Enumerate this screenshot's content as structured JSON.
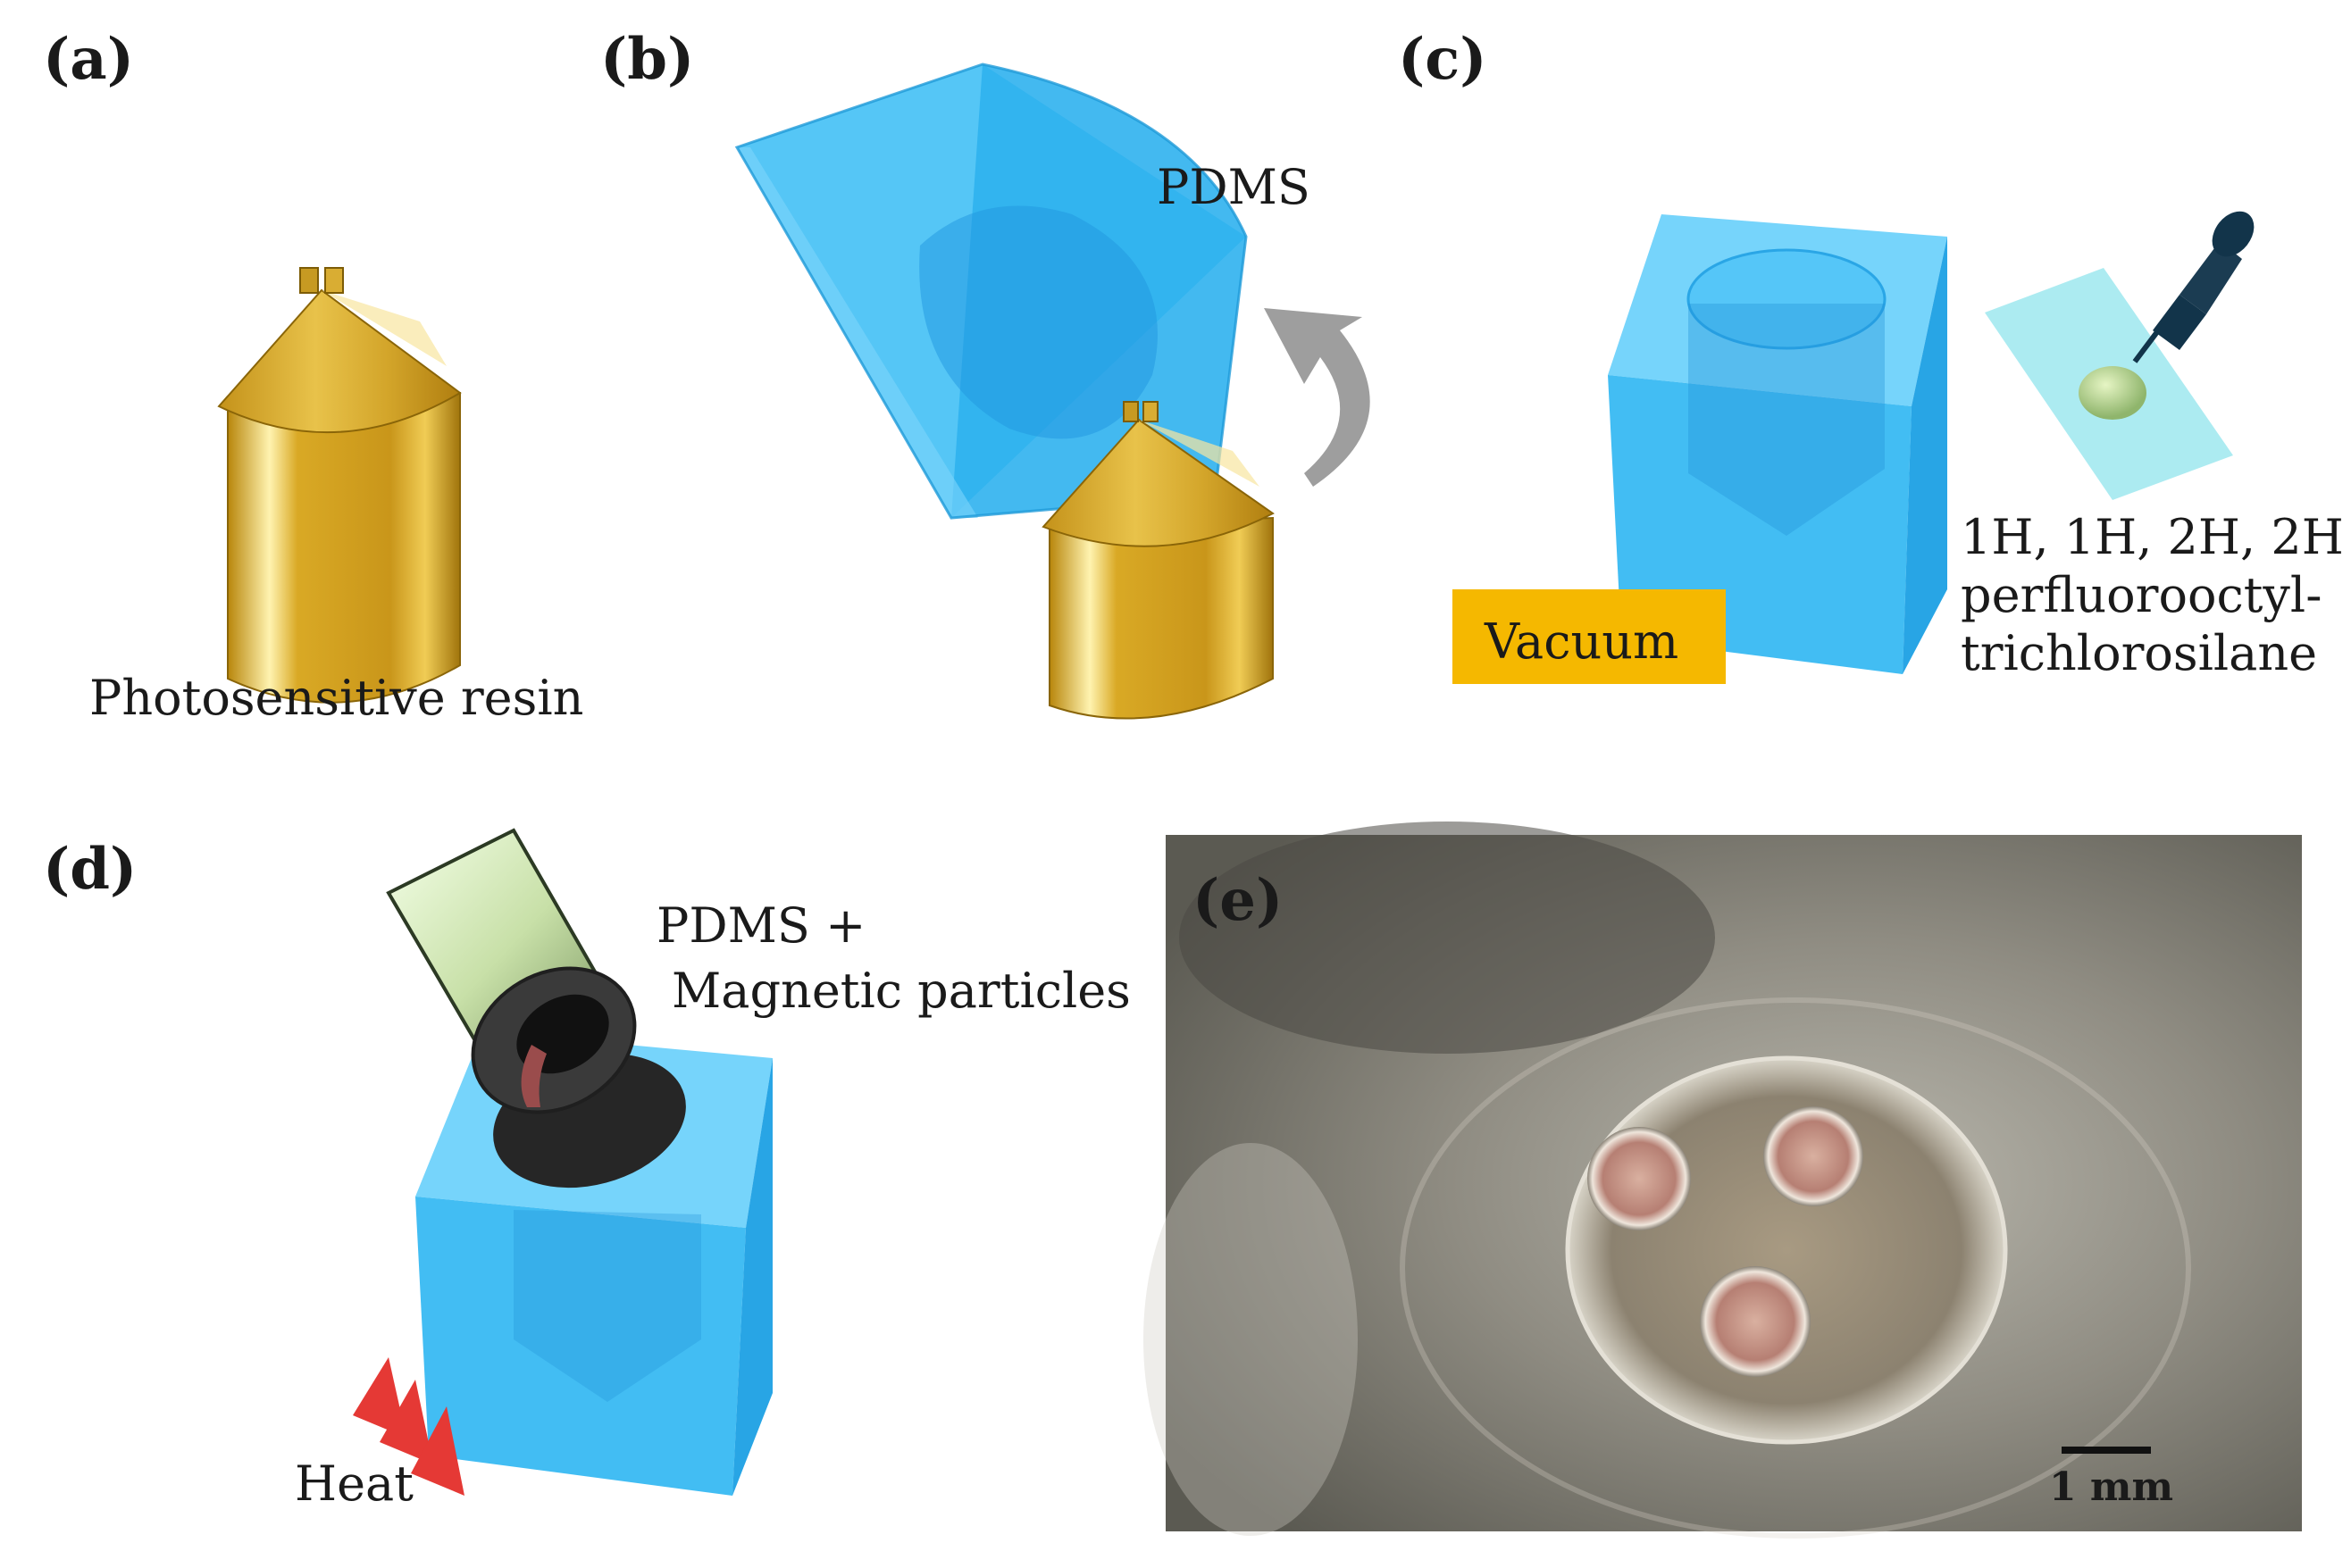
{
  "panels": {
    "a": {
      "label": "(a)",
      "caption": "Photosensitive resin"
    },
    "b": {
      "label": "(b)",
      "caption": "PDMS"
    },
    "c": {
      "label": "(c)",
      "vacuum": "Vacuum",
      "silane_line1": "1H, 1H, 2H, 2H",
      "silane_line2": "perfluorooctyl-",
      "silane_line3": "trichlorosilane"
    },
    "d": {
      "label": "(d)",
      "mix_line1": "PDMS +",
      "mix_line2": "Magnetic particles",
      "heat": "Heat"
    },
    "e": {
      "label": "(e)",
      "scale": "1 mm"
    }
  },
  "colors": {
    "pdms": "#29b6f6",
    "resin": "#d4a830",
    "vacuum": "#f5b800",
    "arrow": "#9e9e9e",
    "heat": "#e53935"
  }
}
